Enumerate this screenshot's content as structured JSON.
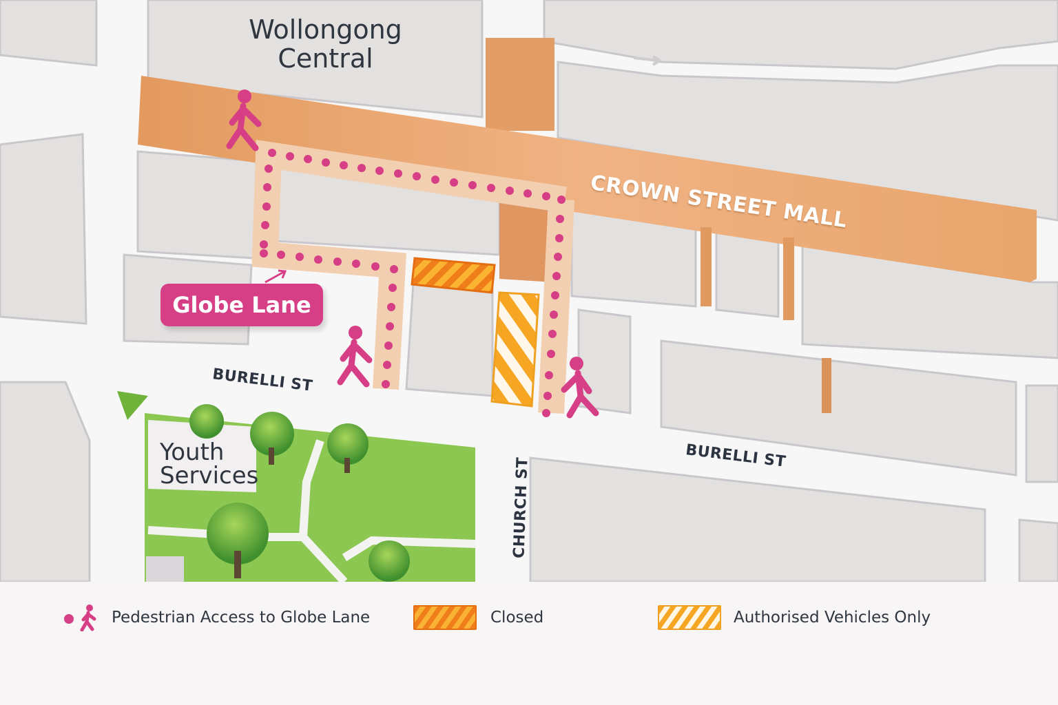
{
  "map": {
    "places": {
      "wollongong_central": [
        "Wollongong",
        "Central"
      ],
      "youth_services": [
        "Youth",
        "Services"
      ]
    },
    "streets": {
      "crown_street_mall": "CROWN STREET MALL",
      "burelli_st_west": "BURELLI ST",
      "burelli_st_east": "BURELLI ST",
      "church_st": "CHURCH ST"
    },
    "callout": {
      "label": "Globe Lane"
    },
    "colors": {
      "mall": "#e8a36b",
      "pedestrian": "#d63f86",
      "closed": "#ee7d1a",
      "authorised": "#f6a623",
      "park": "#8cc751",
      "building": "#e4e1e1",
      "road": "#fbfafa"
    }
  },
  "legend": {
    "items": [
      {
        "label": "Pedestrian Access to Globe Lane",
        "icon": "pedestrian-dot-walker-icon"
      },
      {
        "label": "Closed",
        "icon": "closed-hatch-swatch"
      },
      {
        "label": "Authorised Vehicles Only",
        "icon": "authorised-hatch-swatch"
      }
    ]
  }
}
